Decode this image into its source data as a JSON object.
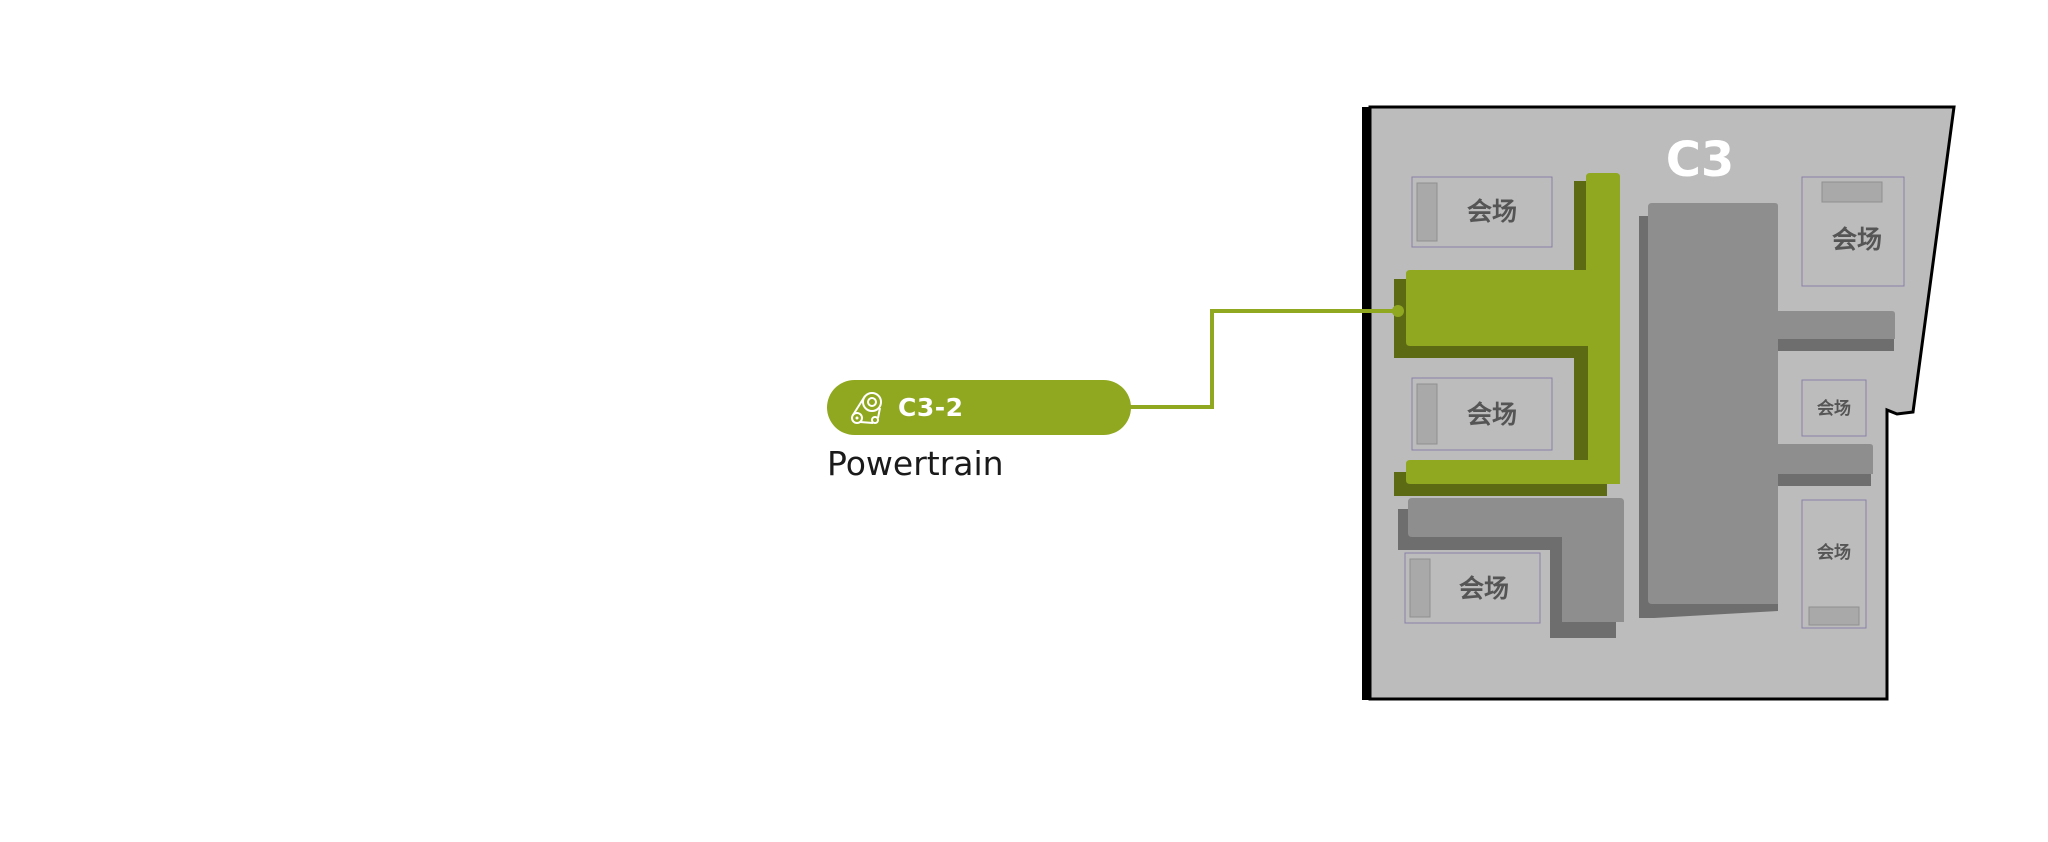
{
  "hall": {
    "label": "C3"
  },
  "selected_zone": {
    "code": "C3-2",
    "name": "Powertrain",
    "icon": "powertrain-belt-icon"
  },
  "venue_labels": [
    "会场",
    "会场",
    "会场",
    "会场",
    "会场",
    "会场"
  ],
  "colors": {
    "accent": "#8fa81f",
    "accent_dark": "#5c6b13",
    "floor": "#bcbcbc",
    "block": "#8c8c8c",
    "block_shadow": "#6a6a6a",
    "venue_text": "#555555",
    "hall_label": "#ffffff"
  }
}
